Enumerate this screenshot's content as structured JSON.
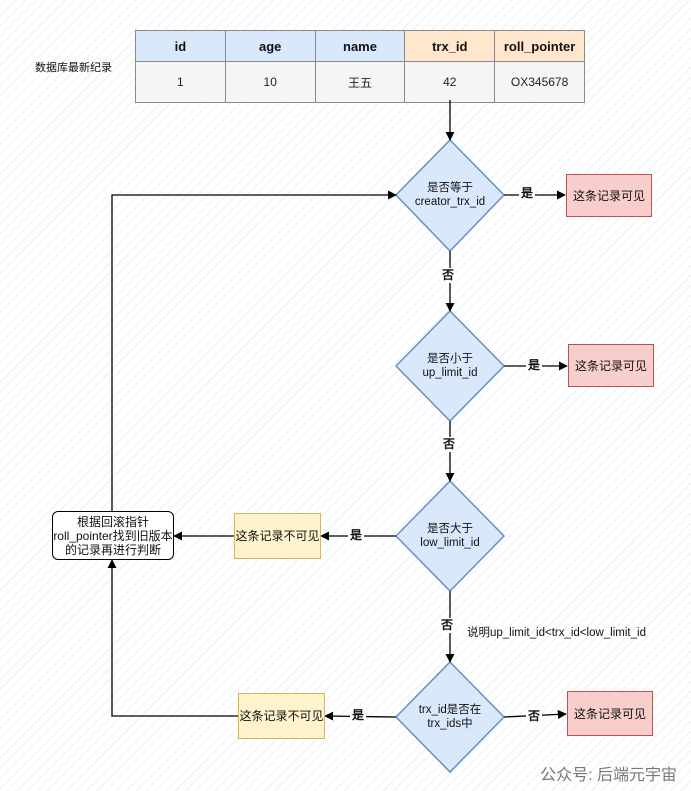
{
  "caption": "数据库最新纪录",
  "table": {
    "headers": [
      "id",
      "age",
      "name",
      "trx_id",
      "roll_pointer"
    ],
    "row": [
      "1",
      "10",
      "王五",
      "42",
      "OX345678"
    ]
  },
  "decisions": {
    "d1": [
      "是否等于",
      "creator_trx_id"
    ],
    "d2": [
      "是否小于",
      "up_limit_id"
    ],
    "d3": [
      "是否大于",
      "low_limit_id"
    ],
    "d4": [
      "trx_id是否在",
      "trx_ids中"
    ]
  },
  "outcomes": {
    "visible_1": "这条记录可见",
    "visible_2": "这条记录可见",
    "visible_3": "这条记录可见",
    "invisible_1": "这条记录不可见",
    "invisible_2": "这条记录不可见"
  },
  "rollback": [
    "根据回滚指针",
    "roll_pointer找到旧版本",
    "的记录再进行判断"
  ],
  "edge_labels": {
    "yes_1": "是",
    "no_1": "否",
    "yes_2": "是",
    "no_2": "否",
    "yes_3": "是",
    "no_3": "否",
    "yes_4": "是",
    "no_4": "否"
  },
  "note": "说明up_limit_id<trx_id<low_limit_id",
  "watermark": "公众号: 后端元宇宙"
}
